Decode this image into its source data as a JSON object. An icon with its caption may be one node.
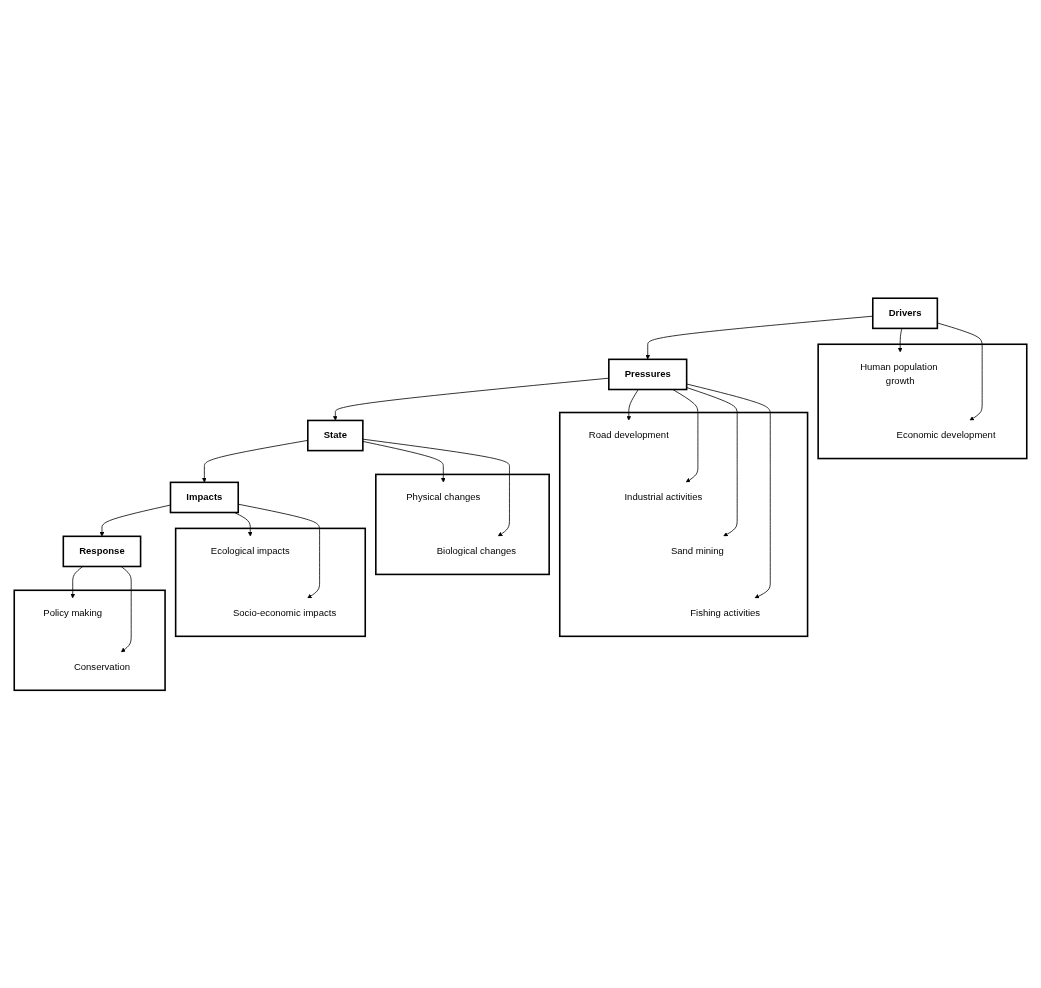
{
  "diagram": {
    "nodes": [
      {
        "text": [
          "Drivers"
        ]
      },
      {
        "text": [],
        "shape": "box"
      },
      {
        "text": [
          "Human population growth"
        ],
        "in": 1
      },
      {
        "text": [
          "Economic development"
        ],
        "in": 1
      },
      {
        "text": [
          "Pressures"
        ]
      },
      {
        "text": [],
        "shape": "box"
      },
      {
        "text": [
          "Road development"
        ],
        "in": 5
      },
      {
        "text": [
          "Industrial activities"
        ],
        "in": 5
      },
      {
        "text": [
          "Sand mining"
        ],
        "in": 5
      },
      {
        "text": [
          "Fishing activities"
        ],
        "in": 5
      },
      {
        "text": [
          "State"
        ]
      },
      {
        "text": [],
        "shape": "box"
      },
      {
        "text": [
          "Physical changes"
        ],
        "in": 11
      },
      {
        "text": [
          "Biological changes"
        ],
        "in": 11
      },
      {
        "text": [
          "Impacts"
        ]
      },
      {
        "text": [],
        "shape": "box"
      },
      {
        "text": [
          "Ecological impacts"
        ],
        "in": 15
      },
      {
        "text": [
          "Socio-economic impacts"
        ],
        "in": 15
      },
      {
        "text": [
          "Response"
        ]
      },
      {
        "text": [],
        "shape": "box"
      },
      {
        "text": [
          "Policy making"
        ],
        "in": 19
      },
      {
        "text": [
          "Conservation"
        ],
        "in": 19
      }
    ],
    "edges": [
      {
        "from": 0,
        "to": 4,
        "arrow": "to"
      },
      {
        "from": 4,
        "to": 10,
        "arrow": "to"
      },
      {
        "from": 10,
        "to": 14,
        "arrow": "to"
      },
      {
        "from": 14,
        "to": 18,
        "arrow": "to"
      },
      {
        "from": 0,
        "to": 2,
        "arrow": "to"
      },
      {
        "from": 0,
        "to": 3,
        "arrow": "to"
      },
      {
        "from": 4,
        "to": 6,
        "arrow": "to"
      },
      {
        "from": 4,
        "to": 7,
        "arrow": "to"
      },
      {
        "from": 4,
        "to": 8,
        "arrow": "to"
      },
      {
        "from": 4,
        "to": 9,
        "arrow": "to"
      },
      {
        "from": 10,
        "to": 12,
        "arrow": "to"
      },
      {
        "from": 10,
        "to": 13,
        "arrow": "to"
      },
      {
        "from": 14,
        "to": 16,
        "arrow": "to"
      },
      {
        "from": 14,
        "to": 17,
        "arrow": "to"
      },
      {
        "from": 18,
        "to": 20,
        "arrow": "to"
      },
      {
        "from": 18,
        "to": 21,
        "arrow": "to"
      }
    ]
  }
}
